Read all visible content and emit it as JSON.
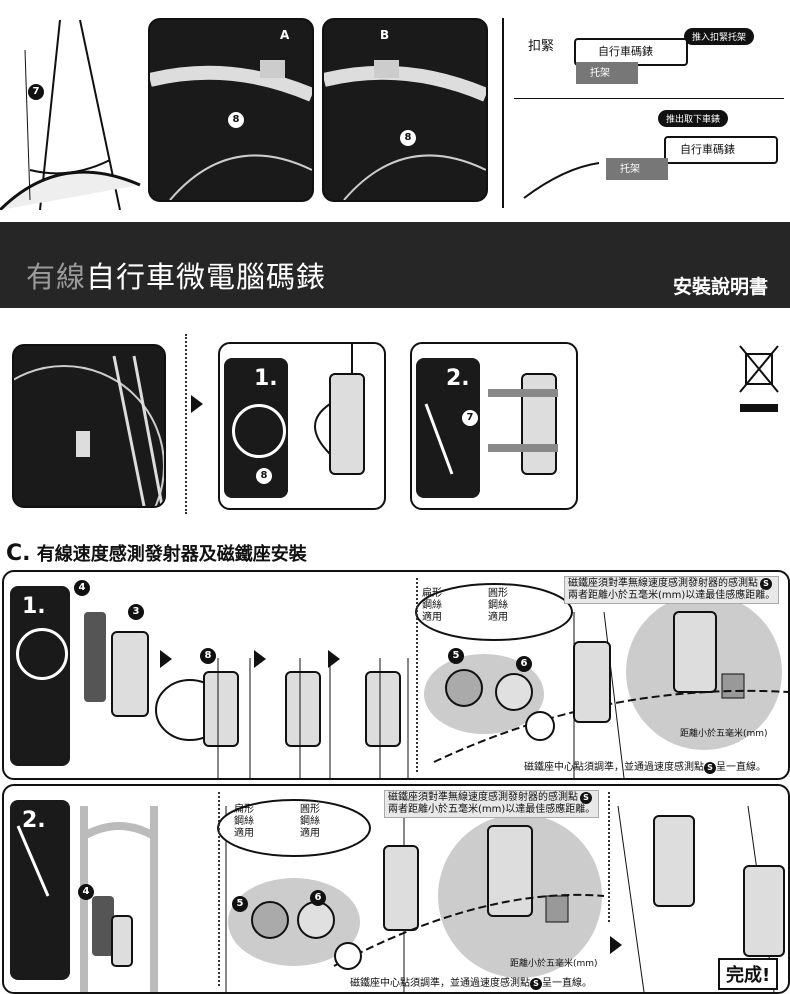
{
  "top": {
    "label_a": "A",
    "label_b": "B",
    "num_7": "7",
    "num_8": "8",
    "mount": {
      "fasten_label": "扣緊",
      "push_lock_tag": "推入扣緊托架",
      "computer_label": "自行車碼錶",
      "bracket_label": "托架",
      "push_remove_tag": "推出取下車錶",
      "computer_label_2": "自行車碼錶",
      "bracket_label_2": "托架"
    }
  },
  "banner": {
    "title_prefix": "有線",
    "title_main": "自行車微電腦碼錶",
    "subtitle": "安裝說明書"
  },
  "step_row": {
    "step1": "1.",
    "step2": "2.",
    "num_8": "8",
    "num_7": "7"
  },
  "section_c": {
    "letter": "C.",
    "title": "有線速度感測發射器及磁鐵座安裝"
  },
  "panel1": {
    "step": "1.",
    "num_4": "4",
    "num_3": "3",
    "num_8": "8",
    "num_5": "5",
    "num_6": "6",
    "flat_spoke": "扁形\n鋼絲\n適用",
    "round_spoke": "圓形\n鋼絲\n適用",
    "note": "磁鐵座須對準無線速度感測發射器的感測點",
    "note_2": "兩者距離小於五毫米(mm)以達最佳感應距離。",
    "s_mark": "S",
    "dist_label": "距離小於五毫米(mm)",
    "center_note": "磁鐵座中心點須調準，並通過速度感測點",
    "center_note_end": "呈一直線。"
  },
  "panel2": {
    "step": "2.",
    "num_4": "4",
    "num_5": "5",
    "num_6": "6",
    "flat_spoke": "扁形\n鋼絲\n適用",
    "round_spoke": "圓形\n鋼絲\n適用",
    "note": "磁鐵座須對準無線速度感測發射器的感測點",
    "note_2": "兩者距離小於五毫米(mm)以達最佳感應距離。",
    "s_mark": "S",
    "dist_label": "距離小於五毫米(mm)",
    "center_note": "磁鐵座中心點須調準，並通過速度感測點",
    "center_note_end": "呈一直線。",
    "done": "完成!"
  }
}
